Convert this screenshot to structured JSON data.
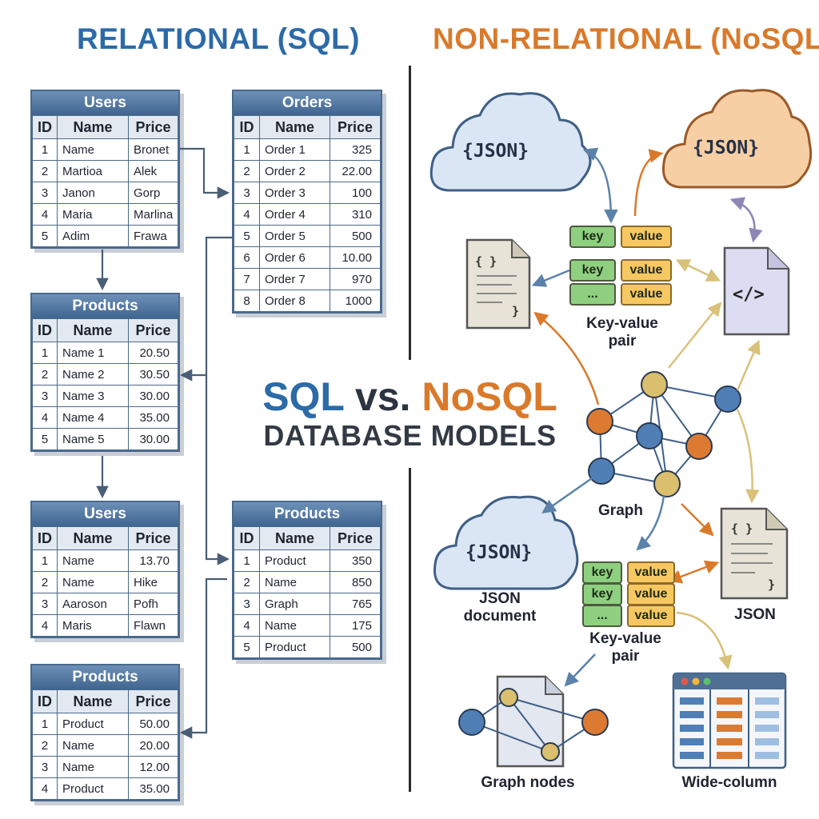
{
  "headings": {
    "left": "RELATIONAL (SQL)",
    "right": "NON-RELATIONAL (NoSQL)"
  },
  "center": {
    "sql": "SQL",
    "vs": " vs. ",
    "nosql": "NoSQL",
    "subtitle": "DATABASE MODELS"
  },
  "tables": {
    "users1": {
      "title": "Users",
      "headers": [
        "ID",
        "Name",
        "Price"
      ],
      "rows": [
        [
          "1",
          "Name",
          "Bronet"
        ],
        [
          "2",
          "Martioa",
          "Alek"
        ],
        [
          "3",
          "Janon",
          "Gorp"
        ],
        [
          "4",
          "Maria",
          "Marlina"
        ],
        [
          "5",
          "Adim",
          "Frawa"
        ]
      ]
    },
    "orders": {
      "title": "Orders",
      "headers": [
        "ID",
        "Name",
        "Price"
      ],
      "rows": [
        [
          "1",
          "Order 1",
          "325"
        ],
        [
          "2",
          "Order 2",
          "22.00"
        ],
        [
          "3",
          "Order 3",
          "100"
        ],
        [
          "4",
          "Order 4",
          "310"
        ],
        [
          "5",
          "Order 5",
          "500"
        ],
        [
          "6",
          "Order 6",
          "10.00"
        ],
        [
          "7",
          "Order 7",
          "970"
        ],
        [
          "8",
          "Order 8",
          "1000"
        ]
      ]
    },
    "products1": {
      "title": "Products",
      "headers": [
        "ID",
        "Name",
        "Price"
      ],
      "rows": [
        [
          "1",
          "Name 1",
          "20.50"
        ],
        [
          "2",
          "Name 2",
          "30.50"
        ],
        [
          "3",
          "Name 3",
          "30.00"
        ],
        [
          "4",
          "Name 4",
          "35.00"
        ],
        [
          "5",
          "Name 5",
          "30.00"
        ]
      ]
    },
    "users2": {
      "title": "Users",
      "headers": [
        "ID",
        "Name",
        "Price"
      ],
      "rows": [
        [
          "1",
          "Name",
          "13.70"
        ],
        [
          "2",
          "Name",
          "Hike"
        ],
        [
          "3",
          "Aaroson",
          "Pofh"
        ],
        [
          "4",
          "Maris",
          "Flawn"
        ]
      ]
    },
    "products2": {
      "title": "Products",
      "headers": [
        "ID",
        "Name",
        "Price"
      ],
      "rows": [
        [
          "1",
          "Product",
          "350"
        ],
        [
          "2",
          "Name",
          "850"
        ],
        [
          "3",
          "Graph",
          "765"
        ],
        [
          "4",
          "Name",
          "175"
        ],
        [
          "5",
          "Product",
          "500"
        ]
      ]
    },
    "products3": {
      "title": "Products",
      "headers": [
        "ID",
        "Name",
        "Price"
      ],
      "rows": [
        [
          "1",
          "Product",
          "50.00"
        ],
        [
          "2",
          "Name",
          "20.00"
        ],
        [
          "3",
          "Name",
          "12.00"
        ],
        [
          "4",
          "Product",
          "35.00"
        ]
      ]
    }
  },
  "nosql": {
    "cloud_text": "{JSON}",
    "kv_top": {
      "pairs": [
        [
          "key",
          "value"
        ],
        [
          "key",
          "value"
        ],
        [
          "...",
          "value"
        ]
      ],
      "caption_line1": "Key-value",
      "caption_line2": "pair"
    },
    "kv_bottom": {
      "pairs": [
        [
          "key",
          "value"
        ],
        [
          "key",
          "value"
        ],
        [
          "...",
          "value"
        ]
      ],
      "caption_line1": "Key-value",
      "caption_line2": "pair"
    },
    "doc_symbol_open": "{ }",
    "doc_symbol_close": "}",
    "code_symbol": "</>",
    "graph_label": "Graph",
    "json_document_line1": "JSON",
    "json_document_line2": "document",
    "json_label": "JSON",
    "graph_nodes_label": "Graph nodes",
    "wide_column_label": "Wide-column"
  },
  "colors": {
    "sql_blue": "#2c6aa8",
    "nosql_orange": "#d97a2b",
    "table_header": "#4a6a8c",
    "key_green": "#8ed07f",
    "value_yellow": "#f7c862"
  }
}
